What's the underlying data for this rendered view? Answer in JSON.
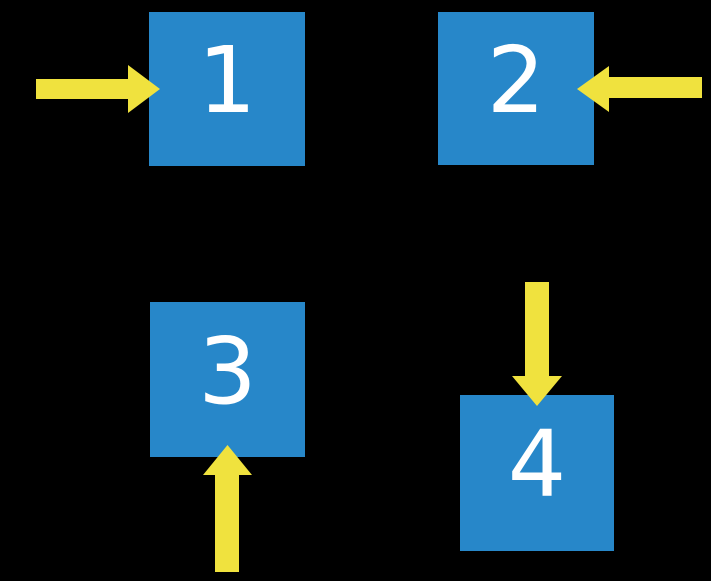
{
  "colors": {
    "background": "#000000",
    "box_fill": "#2787C9",
    "arrow_fill": "#F0E23E",
    "number_color": "#FFFFFF"
  },
  "boxes": [
    {
      "label": "1"
    },
    {
      "label": "2"
    },
    {
      "label": "3"
    },
    {
      "label": "4"
    }
  ],
  "arrows": [
    {
      "direction": "right",
      "points_to": "1"
    },
    {
      "direction": "left",
      "points_to": "2"
    },
    {
      "direction": "up",
      "points_to": "3"
    },
    {
      "direction": "down",
      "points_to": "4"
    }
  ]
}
